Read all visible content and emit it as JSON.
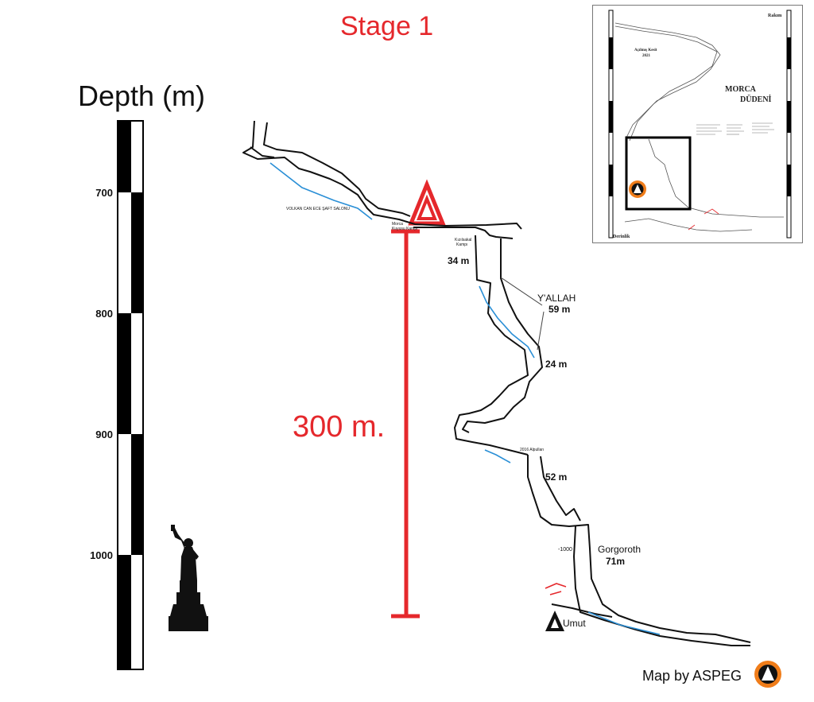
{
  "title": "Stage 1",
  "depth_axis": {
    "label": "Depth (m)",
    "ticks": [
      {
        "label": "700",
        "value": 700
      },
      {
        "label": "800",
        "value": 800
      },
      {
        "label": "900",
        "value": 900
      },
      {
        "label": "1000",
        "value": 1000
      }
    ]
  },
  "scale_bar": {
    "label": "300 m."
  },
  "cave_labels": {
    "hall": "VOLKAN CAN ECE ŞAFT SALONU",
    "camp_name": "Morca",
    "camp_name2": "Kuyusu Kampı",
    "kiz": "Kızılsakal",
    "kampi": "Kampı",
    "p34": "34 m",
    "yallah": "Y'ALLAH",
    "p59": "59 m",
    "p24": "24 m",
    "bivouac": "2016 Alpulları",
    "p52": "52 m",
    "depth_mark": "-1000",
    "gorgoroth": "Gorgoroth",
    "p71": "71m",
    "umut": "Umut"
  },
  "inset_map": {
    "rakim": "Rakım",
    "kesit": "Açılmış Kesit",
    "year": "2021",
    "name1": "MORCA",
    "name2": "DÜDENİ",
    "derinlik": "Derinlik"
  },
  "credit": "Map by ASPEG",
  "colors": {
    "accent_red": "#e5282c",
    "water_blue": "#2a8fd6",
    "ink": "#111111",
    "logo_orange": "#f07d1a"
  }
}
